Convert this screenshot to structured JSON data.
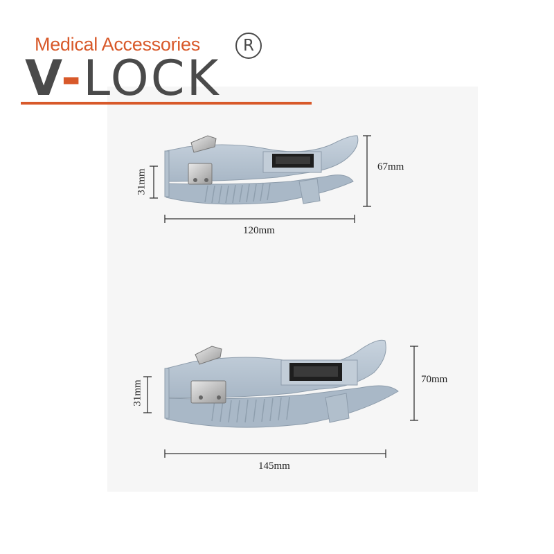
{
  "brand": {
    "tagline": "Medical Accessories",
    "logo_letter": "V",
    "logo_dash": "-",
    "logo_rest": "LOCK",
    "registered_mark": "R"
  },
  "colors": {
    "brand_orange": "#d8592a",
    "logo_gray": "#4a4a4a",
    "clip_blue": "#b9c6d3"
  },
  "clips": [
    {
      "name": "small-clip",
      "height_label": "67mm",
      "jaw_label": "31mm",
      "length_label": "120mm"
    },
    {
      "name": "large-clip",
      "height_label": "70mm",
      "jaw_label": "31mm",
      "length_label": "145mm"
    }
  ]
}
